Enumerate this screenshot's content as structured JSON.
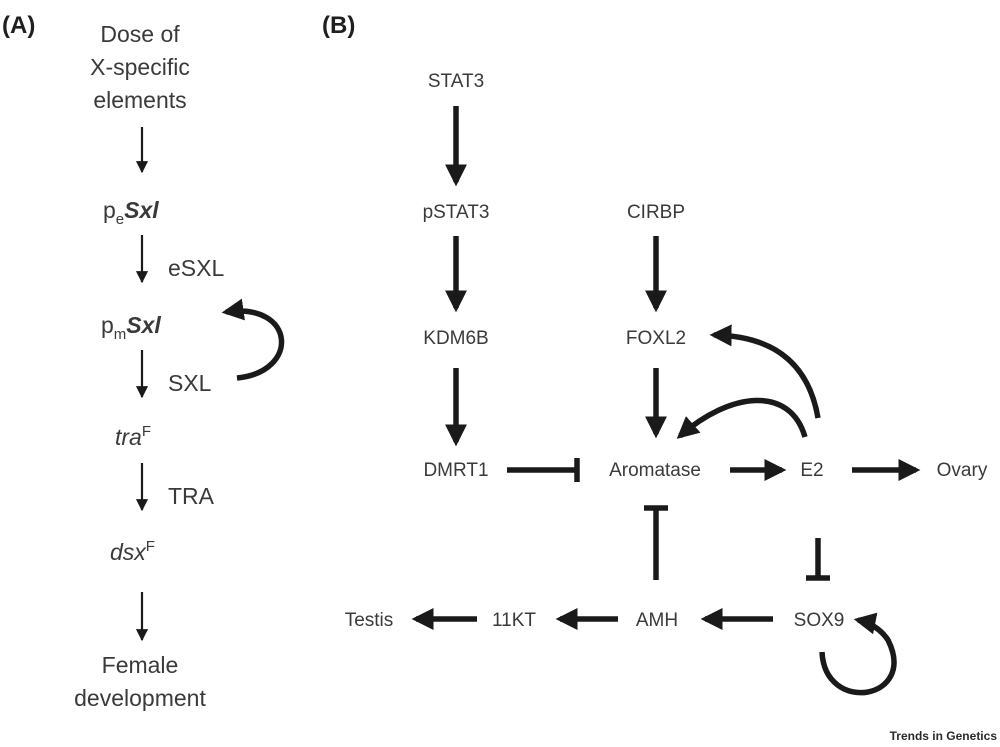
{
  "panel_a": {
    "label": "(A)",
    "nodes": {
      "dose_line1": "Dose of",
      "dose_line2": "X-specific",
      "dose_line3": "elements",
      "pe_main": "p",
      "pe_sub": "e",
      "pe_gene": "Sxl",
      "pm_main": "p",
      "pm_sub": "m",
      "pm_gene": "Sxl",
      "tra_gene": "tra",
      "tra_sup": "F",
      "dsx_gene": "dsx",
      "dsx_sup": "F",
      "female_line1": "Female",
      "female_line2": "development"
    },
    "edge_labels": {
      "esxl": "eSXL",
      "sxl": "SXL",
      "tra": "TRA"
    }
  },
  "panel_b": {
    "label": "(B)",
    "nodes": {
      "stat3": "STAT3",
      "pstat3": "pSTAT3",
      "cirbp": "CIRBP",
      "kdm6b": "KDM6B",
      "foxl2": "FOXL2",
      "dmrt1": "DMRT1",
      "aromatase": "Aromatase",
      "e2": "E2",
      "ovary": "Ovary",
      "testis": "Testis",
      "kt11": "11KT",
      "amh": "AMH",
      "sox9": "SOX9"
    }
  },
  "footer": {
    "credit": "Trends in Genetics"
  }
}
